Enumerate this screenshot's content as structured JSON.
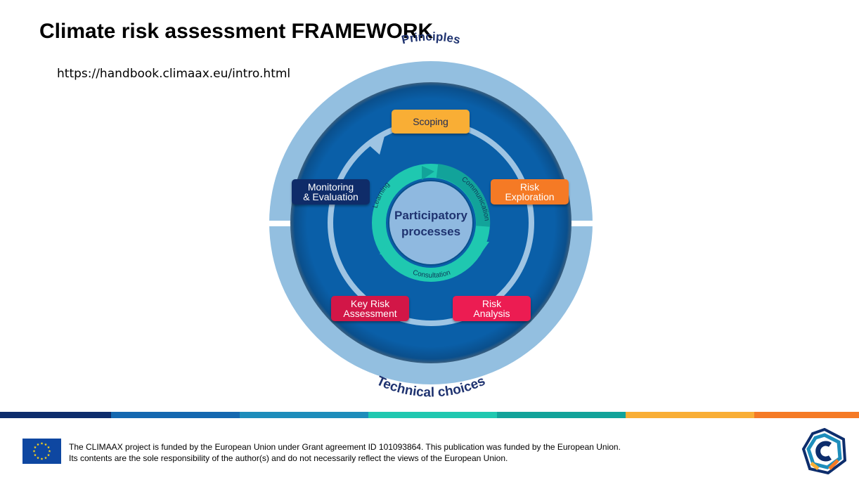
{
  "slide": {
    "title": "Climate risk assessment FRAMEWORK",
    "source_url": "https://handbook.climaax.eu/intro.html"
  },
  "diagram": {
    "outer_ring_top_label": "Principles",
    "outer_ring_bottom_label": "Technical choices",
    "center_label_line1": "Participatory",
    "center_label_line2": "processes",
    "inner_cycle_labels": {
      "learning": "Learning",
      "communication": "Communication",
      "consultation": "Consultation"
    },
    "stages": {
      "scoping": [
        "Scoping"
      ],
      "risk_exploration": [
        "Risk",
        "Exploration"
      ],
      "risk_analysis": [
        "Risk",
        "Analysis"
      ],
      "key_risk_assessment": [
        "Key Risk",
        "Assessment"
      ],
      "monitoring_evaluation": [
        "Monitoring",
        "& Evaluation"
      ]
    },
    "colors": {
      "outer_ring": "#93bfe0",
      "main_disc": "#0a5fa8",
      "cycle_ring": "#9ec4e3",
      "center_disc": "#8fb9e0",
      "inner_cycle": "#1fc8b0",
      "text_navy": "#1f3370"
    }
  },
  "footer": {
    "funding_line1": "The CLIMAAX project is funded by the European Union under Grant agreement ID 101093864. This publication was funded by the European Union.",
    "funding_line2": "Its contents are the sole responsibility of the author(s) and do not necessarily reflect the views of the European Union.",
    "stripe_colors": [
      "#0d2d6c",
      "#1468b0",
      "#1d8dbb",
      "#1fc8b0",
      "#12a39a",
      "#f9ae35",
      "#f57a25"
    ],
    "eu_flag_color": "#0e47a1",
    "star_color": "#ffd617",
    "logo_letter": "C"
  }
}
